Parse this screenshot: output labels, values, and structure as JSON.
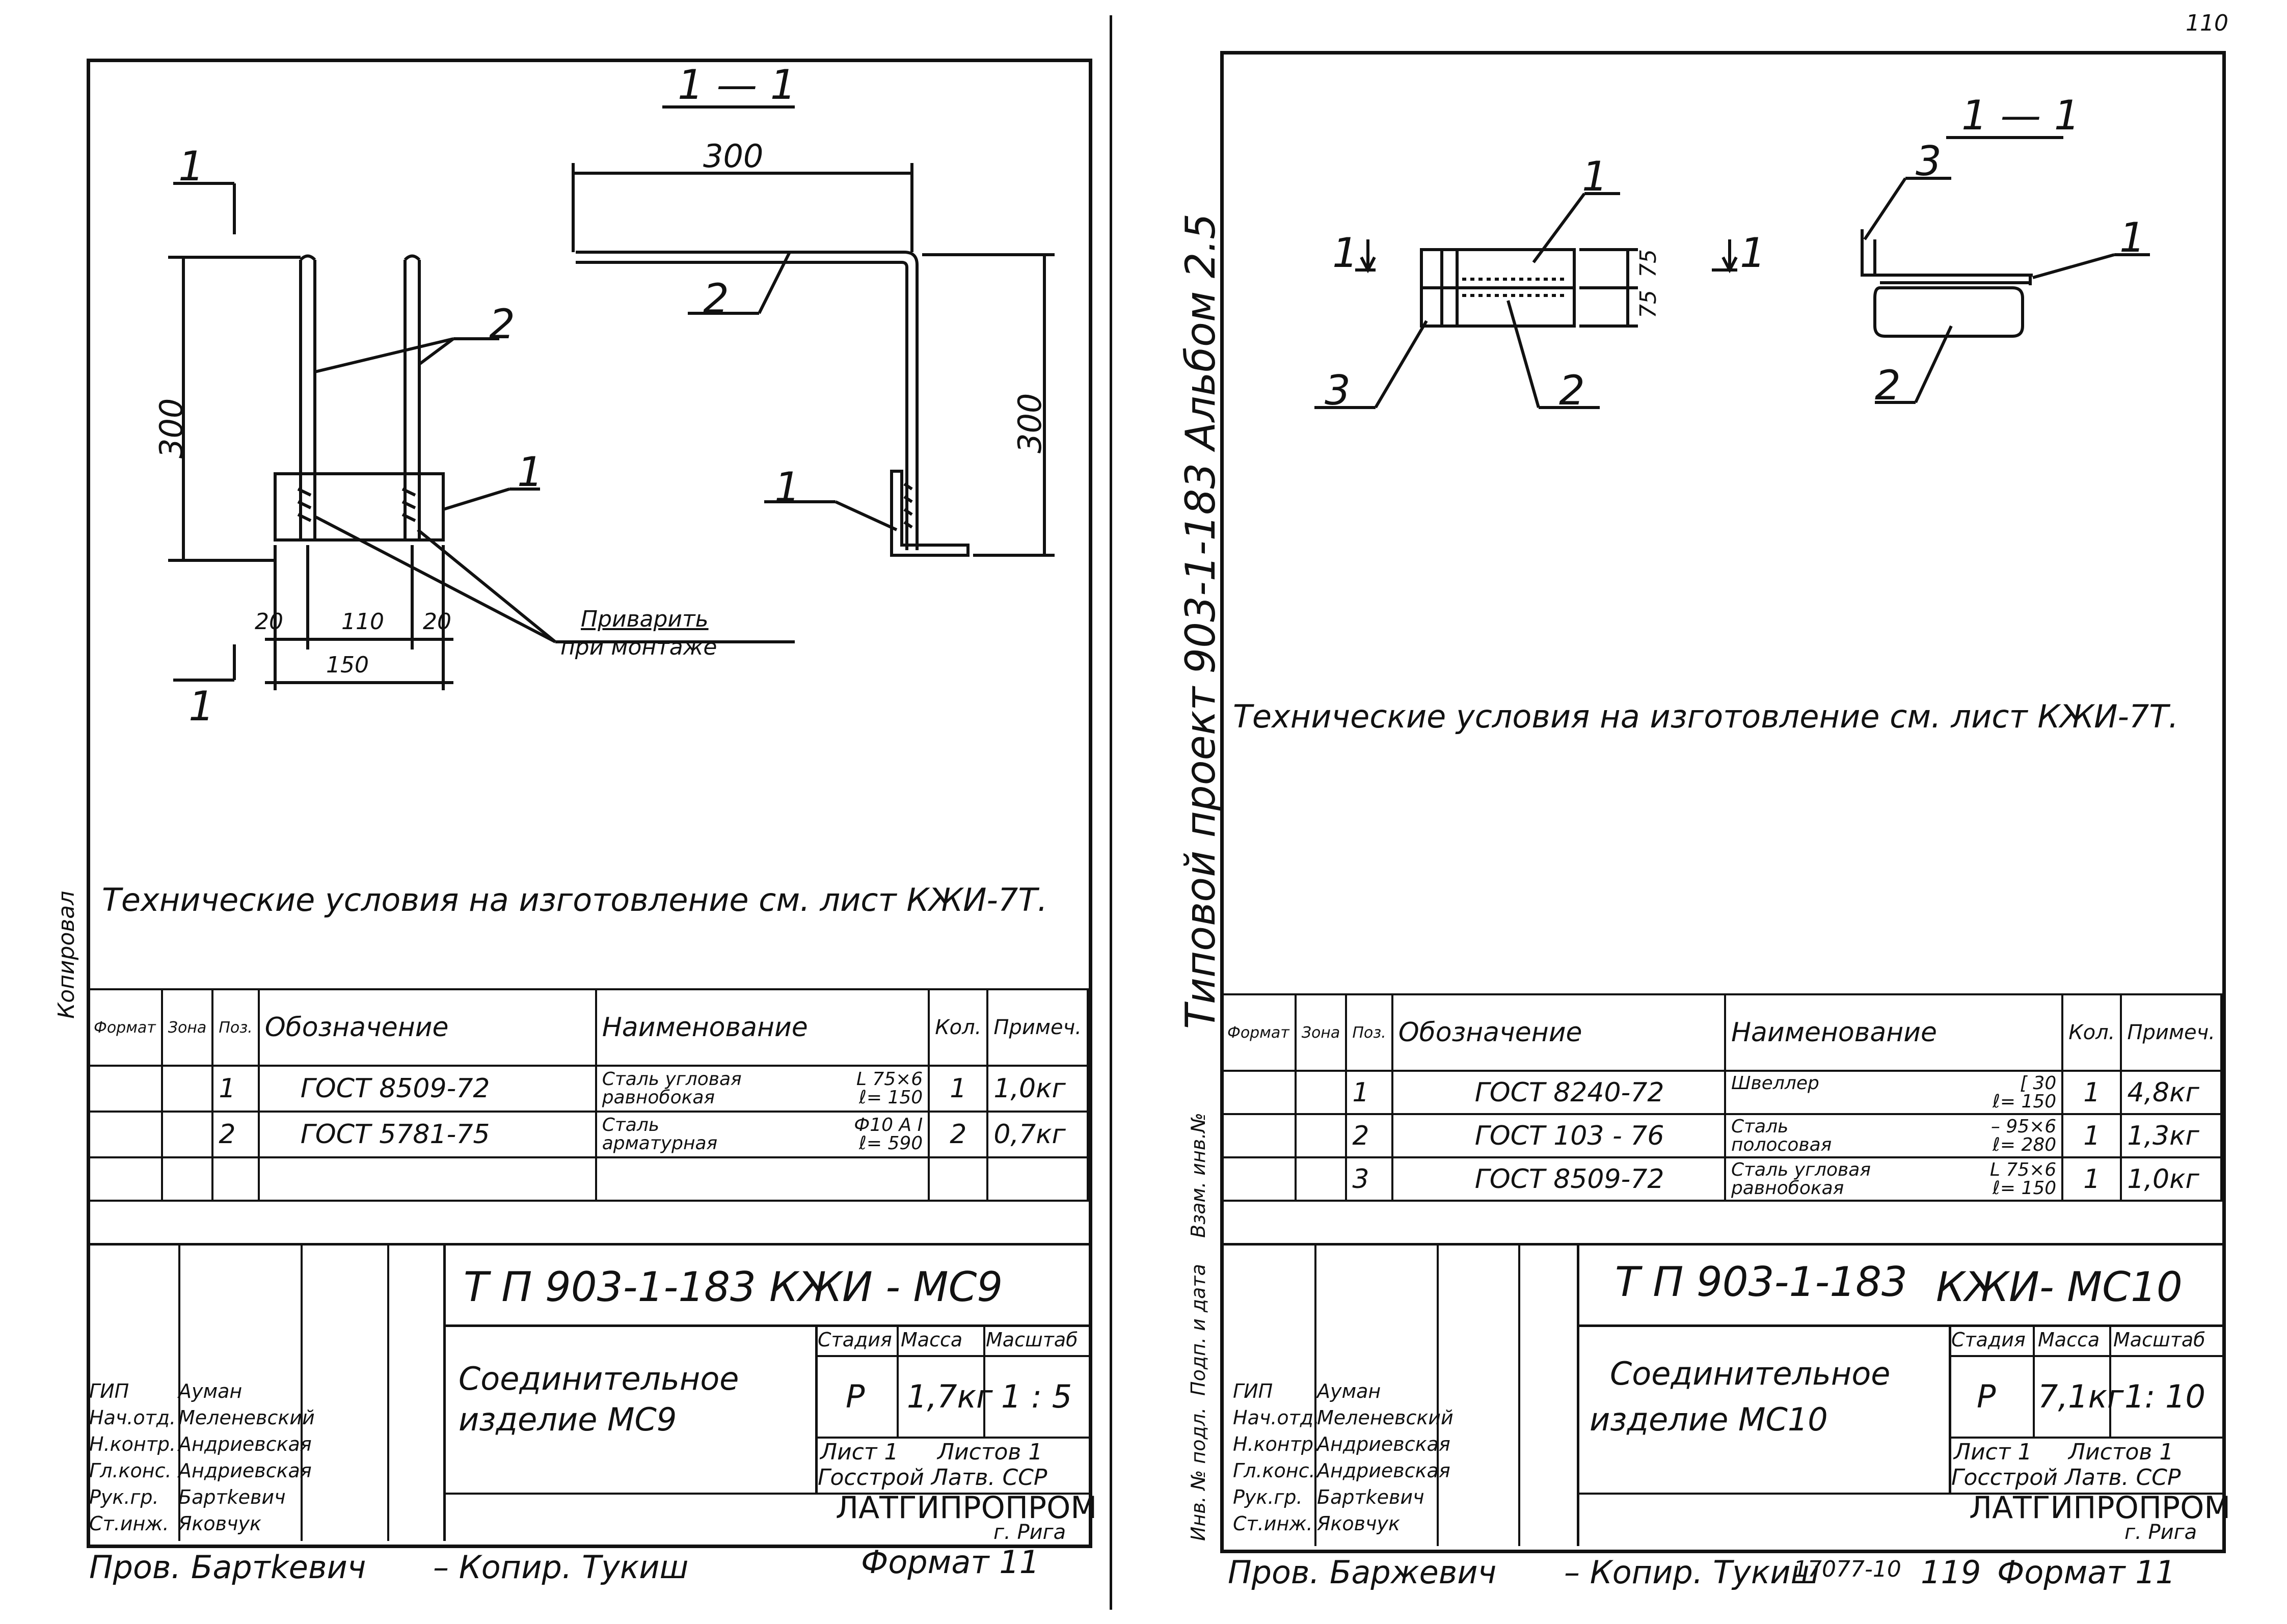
{
  "top_mark": "110",
  "left": {
    "section_label": "1 — 1",
    "cut_mark_top": "1",
    "cut_mark_bottom": "1",
    "dims": {
      "d300_top": "300",
      "d300_left": "300",
      "d300_right": "300",
      "d20a": "20",
      "d110": "110",
      "d20b": "20",
      "d150": "150"
    },
    "callouts": {
      "c2_left": "2",
      "c1_left": "1",
      "c2_right": "2",
      "c1_right": "1"
    },
    "weld_note_1": "Приварить",
    "weld_note_2": "при монтаже",
    "tech_note": "Технические условия на изготовление см. лист КЖИ-7Т.",
    "side_note": "Копировал",
    "spec_headers": {
      "format": "Формат",
      "zone": "Зона",
      "pos": "Поз.",
      "designation": "Обозначение",
      "name": "Наименование",
      "qty": "Кол.",
      "note": "Примеч."
    },
    "spec_rows": [
      {
        "pos": "1",
        "designation": "ГОСТ 8509-72",
        "name1": "Сталь угловая",
        "name2": "равнобокая",
        "size1": "L 75×6",
        "size2": "ℓ= 150",
        "qty": "1",
        "note": "1,0кг"
      },
      {
        "pos": "2",
        "designation": "ГОСТ 5781-75",
        "name1": "Сталь",
        "name2": "арматурная",
        "size1": "Ф10 А I",
        "size2": "ℓ= 590",
        "qty": "2",
        "note": "0,7кг"
      }
    ],
    "stamp": {
      "code": "Т П 903-1-183",
      "mark": "КЖИ - МС9",
      "title1": "Соединительное",
      "title2": "изделие МС9",
      "stage_label": "Стадия",
      "mass_label": "Масса",
      "scale_label": "Масштаб",
      "stage": "Р",
      "mass": "1,7кг",
      "scale": "1 : 5",
      "sheet": "Лист 1",
      "sheets": "Листов 1",
      "org1": "Госстрой Латв. ССР",
      "org2": "ЛАТГИПРОПРОМ",
      "org3": "г. Рига",
      "people": [
        {
          "role": "ГИП",
          "name": "Ауман"
        },
        {
          "role": "Нач.отд.",
          "name": "Меленевский"
        },
        {
          "role": "Н.контр.",
          "name": "Андриевская"
        },
        {
          "role": "Гл.конс.",
          "name": "Андриевская"
        },
        {
          "role": "Рук.гр.",
          "name": "Бартkевич"
        },
        {
          "role": "Ст.инж.",
          "name": "Яковчук"
        }
      ]
    },
    "footer": "Пров. Бартkевич",
    "footer_copy": "– Копир. Тукиш",
    "format": "Формат 11"
  },
  "right": {
    "section_label": "1 — 1",
    "cut_mark_left": "1",
    "cut_mark_right": "1",
    "dims": {
      "d75a": "75",
      "d75b": "75"
    },
    "callouts": {
      "c1_top": "1",
      "c3_left": "3",
      "c2_left": "2",
      "c3_sec": "3",
      "c1_sec": "1",
      "c2_sec": "2"
    },
    "side_project": "Типовой проект 903-1-183 Альбом 2.5",
    "side_stamp": [
      "Инв. № подл.",
      "Подп. и дата",
      "Взам. инв.№"
    ],
    "tech_note": "Технические условия на изготовление см. лист КЖИ-7Т.",
    "spec_headers": {
      "format": "Формат",
      "zone": "Зона",
      "pos": "Поз.",
      "designation": "Обозначение",
      "name": "Наименование",
      "qty": "Кол.",
      "note": "Примеч."
    },
    "spec_rows": [
      {
        "pos": "1",
        "designation": "ГОСТ 8240-72",
        "name1": "Швеллер",
        "name2": "",
        "size1": "[ 30",
        "size2": "ℓ= 150",
        "qty": "1",
        "note": "4,8кг"
      },
      {
        "pos": "2",
        "designation": "ГОСТ 103 - 76",
        "name1": "Сталь",
        "name2": "полосовая",
        "size1": "– 95×6",
        "size2": "ℓ= 280",
        "qty": "1",
        "note": "1,3кг"
      },
      {
        "pos": "3",
        "designation": "ГОСТ 8509-72",
        "name1": "Сталь угловая",
        "name2": "равнобокая",
        "size1": "L 75×6",
        "size2": "ℓ= 150",
        "qty": "1",
        "note": "1,0кг"
      }
    ],
    "stamp": {
      "code": "Т П 903-1-183",
      "mark": "КЖИ- МС10",
      "title1": "Соединительное",
      "title2": "изделие МС10",
      "stage_label": "Стадия",
      "mass_label": "Масса",
      "scale_label": "Масштаб",
      "stage": "Р",
      "mass": "7,1кг",
      "scale": "1: 10",
      "sheet": "Лист 1",
      "sheets": "Листов 1",
      "org1": "Госстрой Латв. ССР",
      "org2": "ЛАТГИПРОПРОМ",
      "org3": "г. Рига",
      "people": [
        {
          "role": "ГИП",
          "name": "Ауман"
        },
        {
          "role": "Нач.отд.",
          "name": "Меленевский"
        },
        {
          "role": "Н.контр.",
          "name": "Андриевская"
        },
        {
          "role": "Гл.конс.",
          "name": "Андриевская"
        },
        {
          "role": "Рук.гр.",
          "name": "Бартkевич"
        },
        {
          "role": "Ст.инж.",
          "name": "Яковчук"
        }
      ]
    },
    "footer": "Пров. Баржевич",
    "footer_copy": "– Копир. Тукиш",
    "footer_num": "17077-10",
    "page": "119",
    "format": "Формат 11"
  }
}
